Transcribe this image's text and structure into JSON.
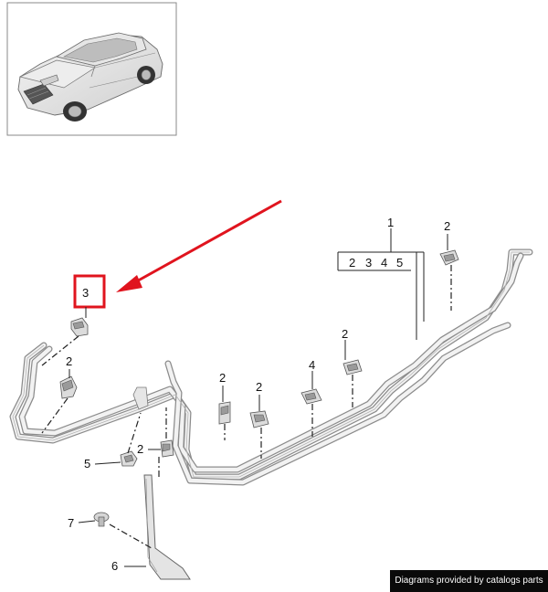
{
  "diagram": {
    "callouts": {
      "c1": "1",
      "c1_sub_2": "2",
      "c1_sub_3": "3",
      "c1_sub_4": "4",
      "c1_sub_5": "5",
      "c2_top_right": "2",
      "c2_upper_mid": "2",
      "c2_left": "2",
      "c2_mid_a": "2",
      "c2_mid_b": "2",
      "c2_lower": "2",
      "c3_highlighted": "3",
      "c4": "4",
      "c5": "5",
      "c6": "6",
      "c7": "7"
    },
    "highlight_color": "#e0141e",
    "arrow_color": "#e0141e"
  },
  "footer": {
    "credit": "Diagrams provided by catalogs parts"
  }
}
